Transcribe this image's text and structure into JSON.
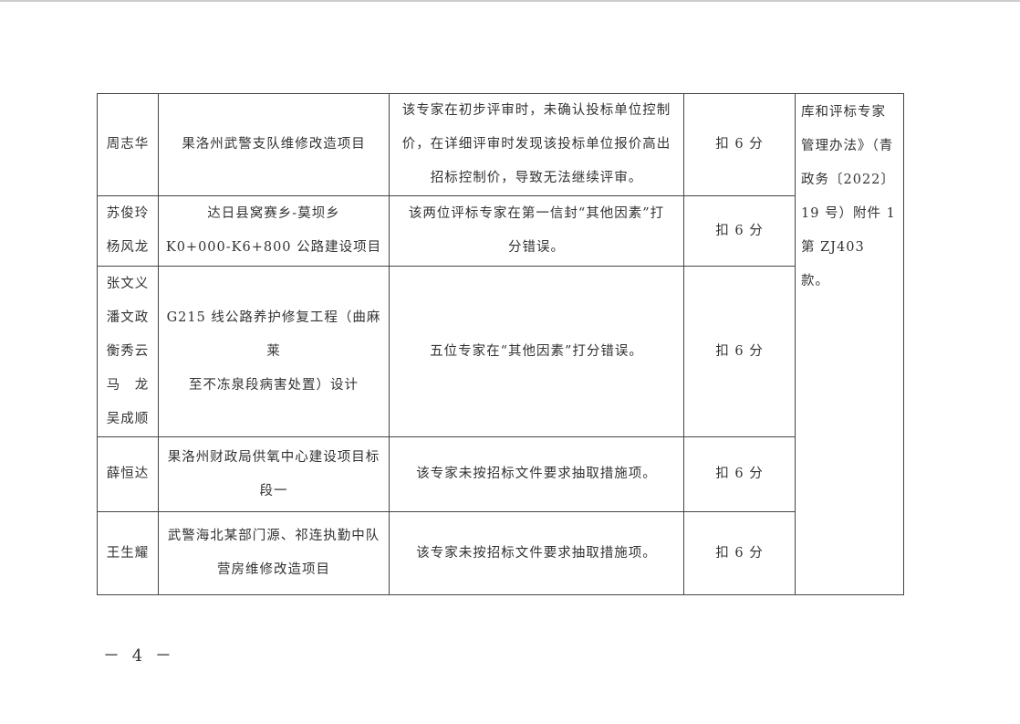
{
  "rows": [
    {
      "names": [
        "周志华"
      ],
      "project": [
        "果洛州武警支队维修改造项目"
      ],
      "issue": [
        "该专家在初步评审时，未确认投标单位控制",
        "价，在详细评审时发现该投标单位报价高出",
        "招标控制价，导致无法继续评审。"
      ],
      "penalty": "扣 6 分"
    },
    {
      "names": [
        "苏俊玲",
        "杨风龙"
      ],
      "project": [
        "达日县窝赛乡-莫坝乡",
        "K0+000-K6+800 公路建设项目"
      ],
      "issue": [
        "该两位评标专家在第一信封“其他因素”打",
        "分错误。"
      ],
      "penalty": "扣 6 分"
    },
    {
      "names": [
        "张文义",
        "潘文政",
        "衡秀云",
        "马　龙",
        "吴成顺"
      ],
      "project": [
        "G215 线公路养护修复工程（曲麻莱",
        "至不冻泉段病害处置）设计"
      ],
      "issue": [
        "五位专家在“其他因素”打分错误。"
      ],
      "penalty": "扣 6 分"
    },
    {
      "names": [
        "薛恒达"
      ],
      "project": [
        "果洛州财政局供氧中心建设项目标",
        "段一"
      ],
      "issue": [
        "该专家未按招标文件要求抽取措施项。"
      ],
      "penalty": "扣 6 分"
    },
    {
      "names": [
        "王生耀"
      ],
      "project": [
        "武警海北某部门源、祁连执勤中队",
        "营房维修改造项目"
      ],
      "issue": [
        "该专家未按招标文件要求抽取措施项。"
      ],
      "penalty": "扣 6 分"
    }
  ],
  "basis": [
    "库和评标专家",
    "管理办法》（青",
    "政务〔2022〕",
    "19 号）附件 1",
    "第 ZJ403 款。"
  ],
  "page_number": "－ 4 －"
}
